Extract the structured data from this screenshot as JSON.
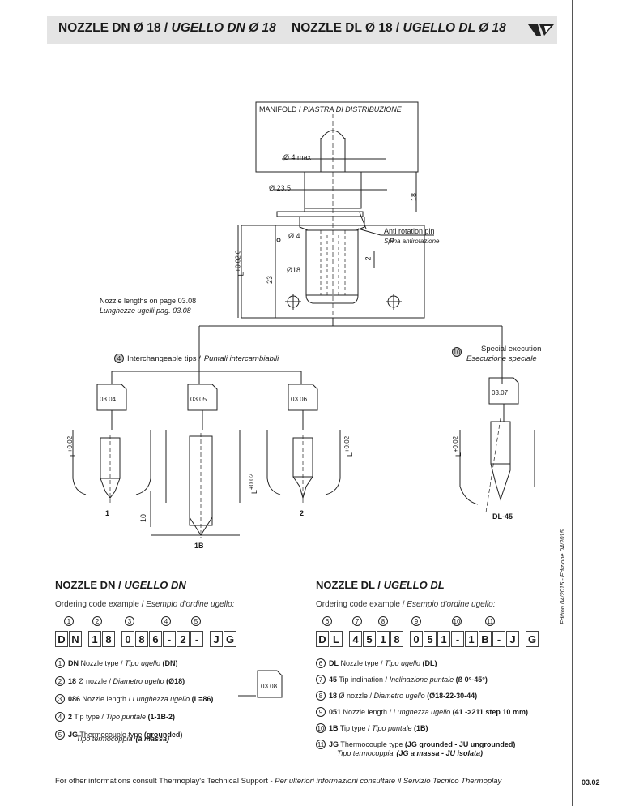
{
  "header": {
    "title_dn_bold": "NOZZLE DN Ø 18 /",
    "title_dn_it": "UGELLO DN Ø 18",
    "title_dl_bold": "NOZZLE DL Ø 18 /",
    "title_dl_it": "UGELLO DL Ø 18"
  },
  "drawing": {
    "manifold_en": "MANIFOLD /",
    "manifold_it": "PIASTRA DI DISTRIBUZIONE",
    "d4max": "Ø 4 max",
    "d235": "Ø 23.5",
    "dim18": "18",
    "anti_rot_en": "Anti rotation pin",
    "anti_rot_it": "Spina antirotazione",
    "d4": "Ø 4",
    "dim2": "2",
    "d18": "Ø18",
    "dim23": "23",
    "lbl_L": "L",
    "tol": "+0.02 0",
    "lengths_en": "Nozzle lengths on page 03.08",
    "lengths_it": "Lunghezze ugelli pag. 03.08",
    "tips_num": "4",
    "tips_en": "Interchangeable tips /",
    "tips_it": "Puntali intercambiabili",
    "special_num": "10",
    "special_en": "Special execution",
    "special_it": "Esecuzione speciale",
    "ref1": "03.04",
    "ref2": "03.05",
    "ref3": "03.06",
    "ref4": "03.07",
    "tip1": "1",
    "tip1b": "1B",
    "tip2": "2",
    "tipdl": "DL-45",
    "dim10": "10"
  },
  "dn": {
    "title_bold": "NOZZLE DN /",
    "title_it": "UGELLO DN",
    "ordering_en": "Ordering code example /",
    "ordering_it": "Esempio d'ordine ugello:",
    "code": [
      "D",
      "N",
      "",
      "1",
      "8",
      "",
      "0",
      "8",
      "6",
      "-",
      "2",
      "-",
      "",
      "J",
      "G"
    ],
    "nums": [
      "1",
      "2",
      "3",
      "4",
      "5"
    ],
    "legend": [
      {
        "n": "1",
        "b": "DN",
        "t": " Nozzle type / ",
        "i": "Tipo ugello",
        "v": " (DN)"
      },
      {
        "n": "2",
        "b": "18",
        "t": " Ø  nozzle / ",
        "i": "Diametro ugello",
        "v": " (Ø18)"
      },
      {
        "n": "3",
        "b": "086",
        "t": " Nozzle length / ",
        "i": "Lunghezza ugello",
        "v": " (L=86)"
      },
      {
        "n": "4",
        "b": "2",
        "t": " Tip type / ",
        "i": "Tipo puntale",
        "v": " (1-1B-2)"
      },
      {
        "n": "5",
        "b": "JG",
        "t": " Thermocouple type ",
        "i": "",
        "v": "(grounded)"
      }
    ],
    "legend5_line2_it": "Tipo termocoppia",
    "legend5_line2_v": "(a massa)",
    "ref": "03.08"
  },
  "dl": {
    "title_bold": "NOZZLE DL /",
    "title_it": "UGELLO DL",
    "ordering_en": "Ordering code example /",
    "ordering_it": "Esempio d'ordine ugello:",
    "code": [
      "D",
      "L",
      "",
      "4",
      "5",
      "1",
      "8",
      "",
      "0",
      "5",
      "1",
      "-",
      "1",
      "B",
      "-",
      "J",
      "",
      "G"
    ],
    "nums": [
      "6",
      "7",
      "8",
      "9",
      "10",
      "11"
    ],
    "legend": [
      {
        "n": "6",
        "b": "DL",
        "t": " Nozzle type / ",
        "i": "Tipo ugello",
        "v": " (DL)"
      },
      {
        "n": "7",
        "b": "45",
        "t": " Tip inclination / ",
        "i": "Inclinazione puntale",
        "v": " (ß 0°-45°)"
      },
      {
        "n": "8",
        "b": "18",
        "t": " Ø  nozzle / ",
        "i": "Diametro ugello",
        "v": " (Ø18-22-30-44)"
      },
      {
        "n": "9",
        "b": "051",
        "t": " Nozzle length / ",
        "i": "Lunghezza ugello",
        "v": " (41 ->211 step 10 mm)"
      },
      {
        "n": "10",
        "b": "1B",
        "t": " Tip type / ",
        "i": "Tipo puntale",
        "v": " (1B)"
      },
      {
        "n": "11",
        "b": "JG",
        "t": " Thermocouple type ",
        "i": "",
        "v": "(JG grounded - JU ungrounded)"
      }
    ],
    "legend11_line2_it": "Tipo termocoppia",
    "legend11_line2_v": "(JG a massa - JU isolata)"
  },
  "footer": {
    "en": "For other informations consult Thermoplay's Technical Support  -",
    "it": "Per ulteriori informazioni consultare il Servizio Tecnico Thermoplay",
    "page": "03.02",
    "edition": "Edition 04/2015 - Edizione 04/2015"
  }
}
